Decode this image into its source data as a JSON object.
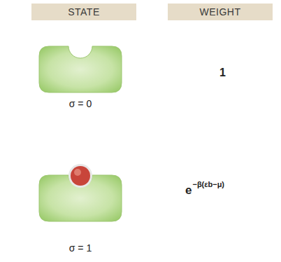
{
  "diagram": {
    "nodes": [
      {
        "text": [
          "STATE"
        ]
      },
      {
        "text": [
          "WEIGHT"
        ]
      },
      {
        "text": [
          "σ = 0"
        ]
      },
      {
        "text": [
          "σ = 1"
        ]
      }
    ],
    "labels": [
      "1",
      "e",
      "−β(εb−μ)"
    ]
  }
}
